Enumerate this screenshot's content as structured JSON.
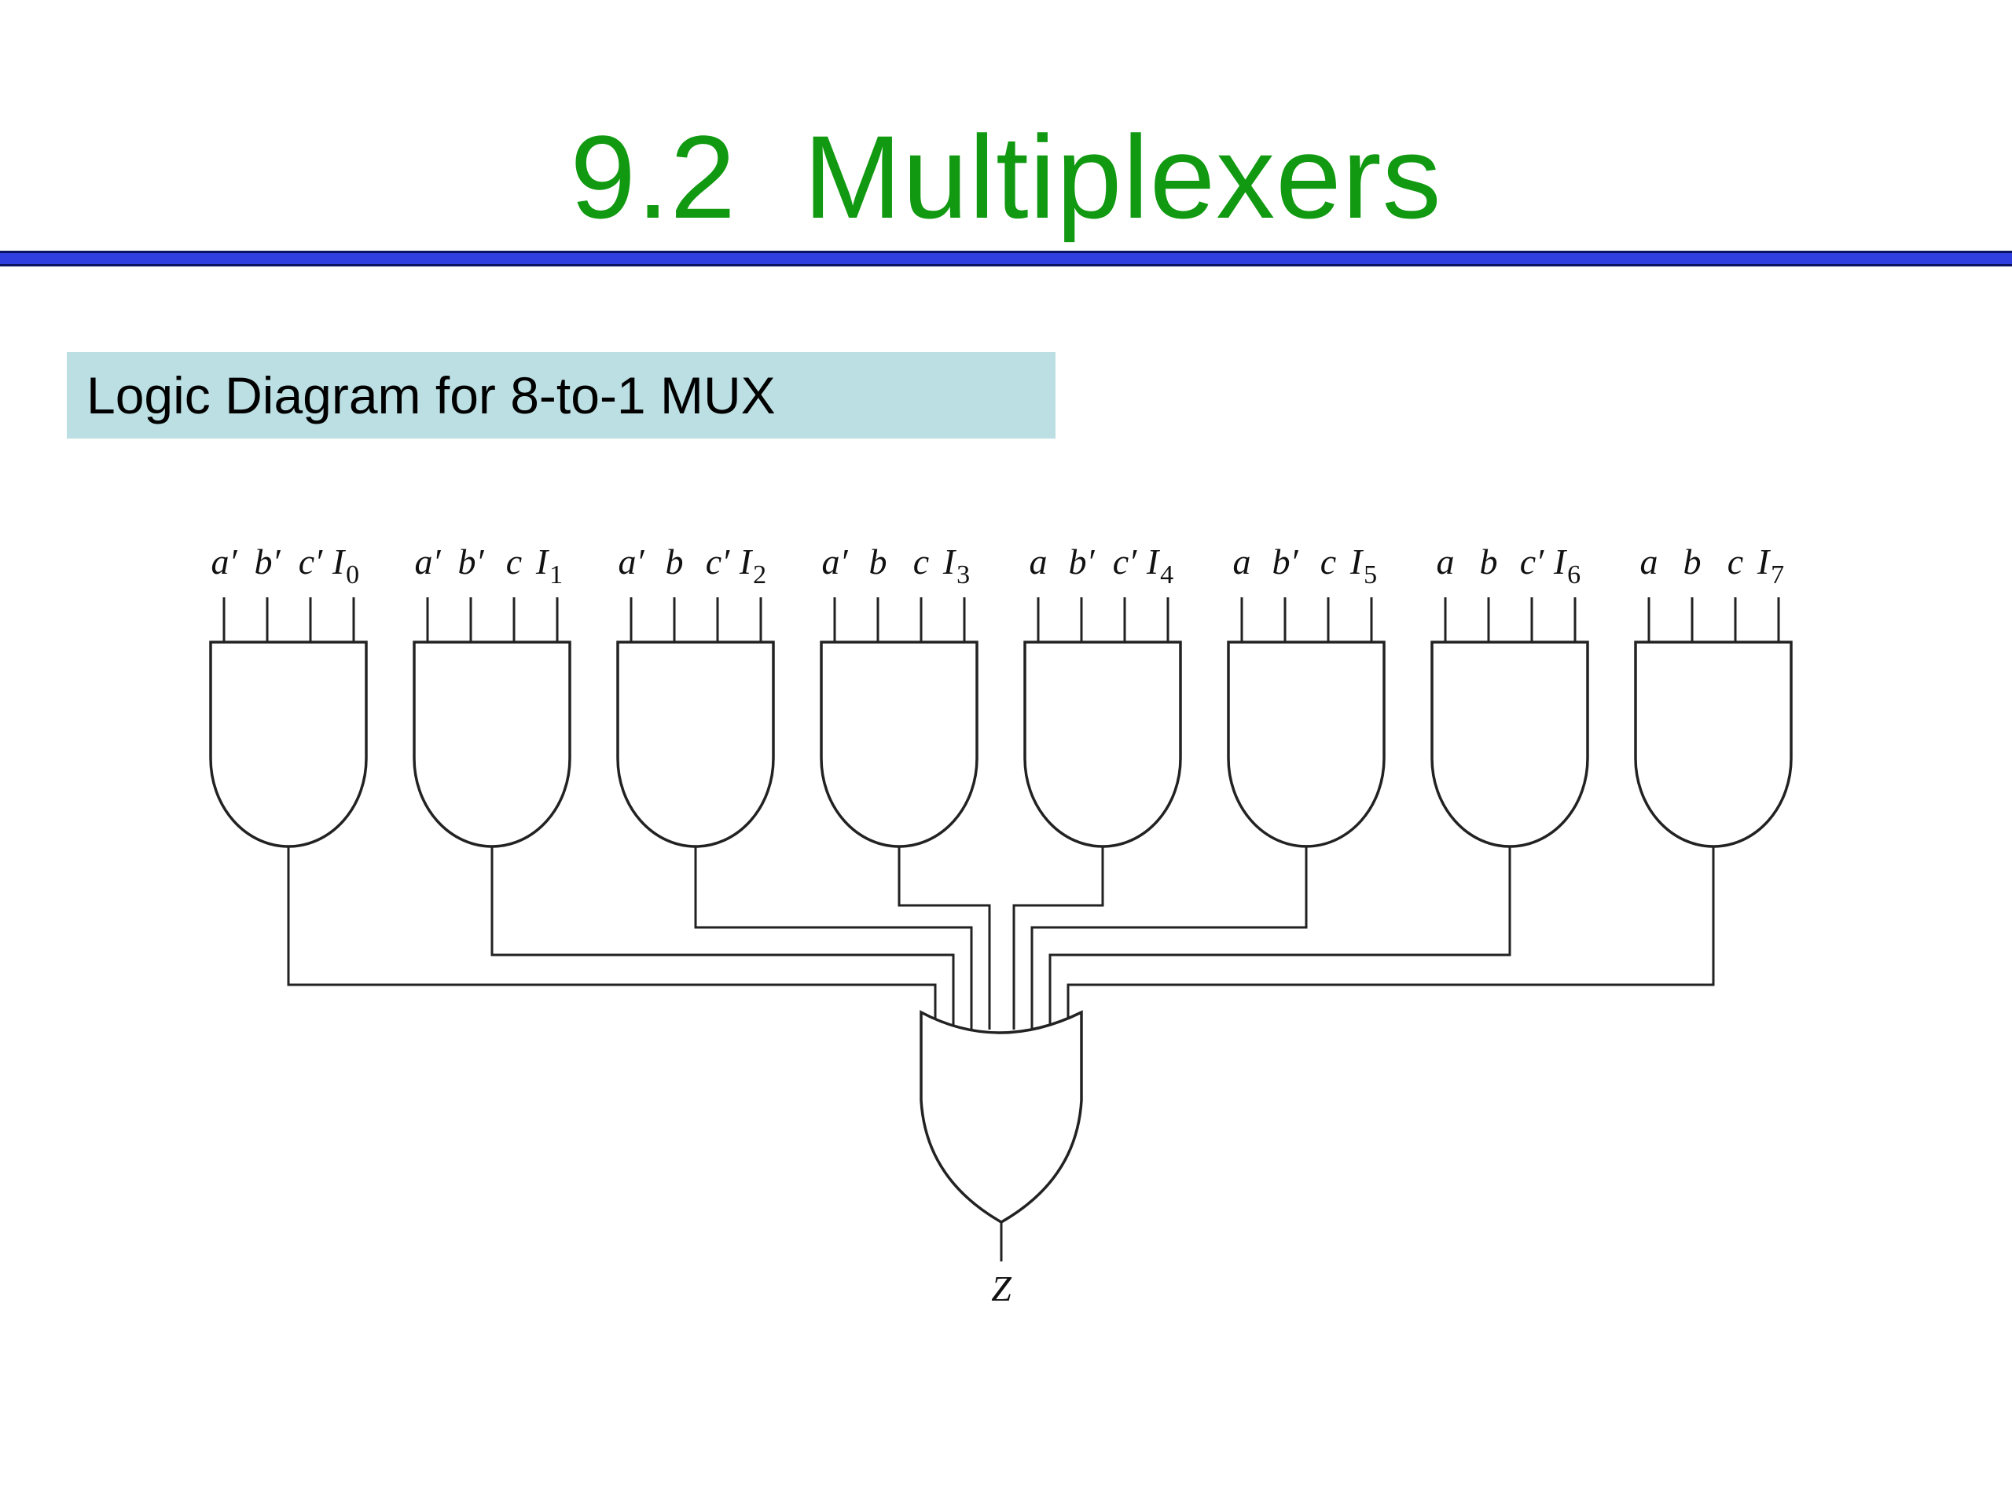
{
  "slide": {
    "title": "9.2  Multiplexers",
    "section_label": "Logic Diagram for 8-to-1 MUX"
  },
  "diagram": {
    "and_gates": [
      {
        "inputs": [
          {
            "t": "a′"
          },
          {
            "t": "b′"
          },
          {
            "t": "c′"
          },
          {
            "t": "I",
            "sub": "0"
          }
        ]
      },
      {
        "inputs": [
          {
            "t": "a′"
          },
          {
            "t": "b′"
          },
          {
            "t": "c"
          },
          {
            "t": "I",
            "sub": "1"
          }
        ]
      },
      {
        "inputs": [
          {
            "t": "a′"
          },
          {
            "t": "b"
          },
          {
            "t": "c′"
          },
          {
            "t": "I",
            "sub": "2"
          }
        ]
      },
      {
        "inputs": [
          {
            "t": "a′"
          },
          {
            "t": "b"
          },
          {
            "t": "c"
          },
          {
            "t": "I",
            "sub": "3"
          }
        ]
      },
      {
        "inputs": [
          {
            "t": "a"
          },
          {
            "t": "b′"
          },
          {
            "t": "c′"
          },
          {
            "t": "I",
            "sub": "4"
          }
        ]
      },
      {
        "inputs": [
          {
            "t": "a"
          },
          {
            "t": "b′"
          },
          {
            "t": "c"
          },
          {
            "t": "I",
            "sub": "5"
          }
        ]
      },
      {
        "inputs": [
          {
            "t": "a"
          },
          {
            "t": "b"
          },
          {
            "t": "c′"
          },
          {
            "t": "I",
            "sub": "6"
          }
        ]
      },
      {
        "inputs": [
          {
            "t": "a"
          },
          {
            "t": "b"
          },
          {
            "t": "c"
          },
          {
            "t": "I",
            "sub": "7"
          }
        ]
      }
    ],
    "output_label": "Z"
  },
  "colors": {
    "title": "#119911",
    "rule": "#2f3fe0",
    "section_bg": "#bcdfe3",
    "line": "#222222"
  }
}
